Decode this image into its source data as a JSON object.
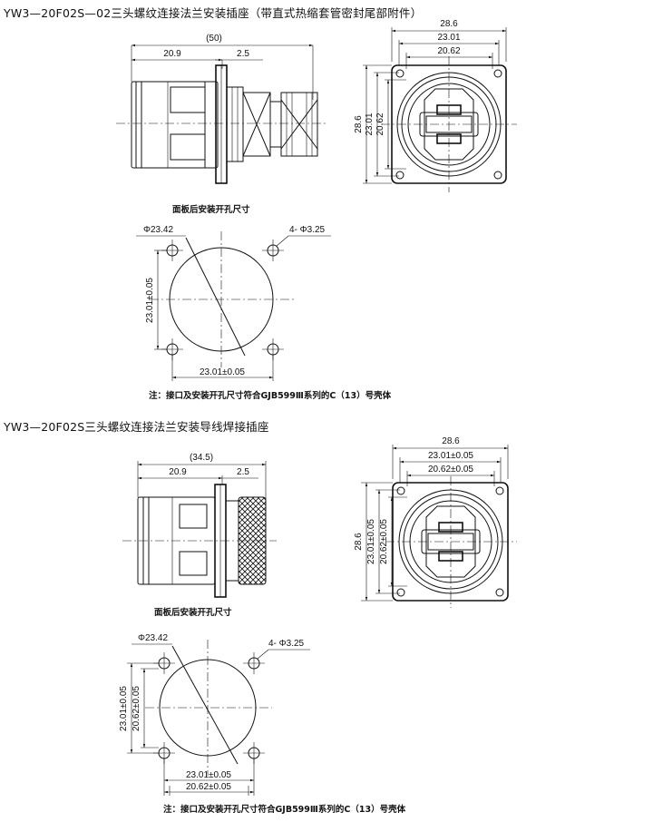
{
  "sections": [
    {
      "title": "YW3—20F02S—02三头螺纹连接法兰安装插座（带直式热缩套管密封尾部附件）",
      "side_view": {
        "overall": "(50)",
        "body": "20.9",
        "flange": "2.5"
      },
      "front_view": {
        "width_outer": "28.6",
        "width_mid": "23.01",
        "width_inner": "20.62",
        "height_outer": "28.6",
        "height_mid": "23.01",
        "height_inner": "20.62"
      },
      "cutout_title": "面板后安装开孔尺寸",
      "cutout": {
        "diameter": "Φ23.42",
        "holes": "4- Φ3.25",
        "vertical": "23.01±0.05",
        "horizontal": "23.01±0.05"
      },
      "note": "注：接口及安装开孔尺寸符合GJB599Ⅲ系列的C（13）号壳体"
    },
    {
      "title": "YW3—20F02S三头螺纹连接法兰安装导线焊接插座",
      "side_view": {
        "overall": "(34.5)",
        "body": "20.9",
        "flange": "2.5"
      },
      "front_view": {
        "width_outer": "28.6",
        "width_mid": "23.01±0.05",
        "width_inner": "20.62±0.05",
        "height_outer": "28.6",
        "height_mid": "23.01±0.05",
        "height_inner": "20.62±0.05"
      },
      "cutout_title": "面板后安装开孔尺寸",
      "cutout": {
        "diameter": "Φ23.42",
        "holes": "4- Φ3.25",
        "vertical_outer": "23.01±0.05",
        "vertical_inner": "20.62±0.05",
        "horizontal_outer": "23.01±0.05",
        "horizontal_inner": "20.62±0.05"
      },
      "note": "注：接口及安装开孔尺寸符合GJB599Ⅲ系列的C（13）号壳体"
    }
  ]
}
